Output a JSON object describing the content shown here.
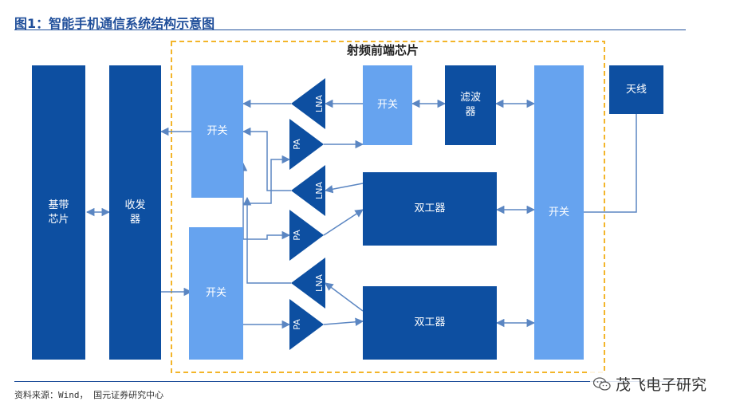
{
  "title": "图1：智能手机通信系统结构示意图",
  "source": "资料来源：Wind，  国元证券研究中心",
  "watermark": "茂飞电子研究",
  "rffe": {
    "label": "射频前端芯片"
  },
  "blocks": {
    "baseband_l1": "基带",
    "baseband_l2": "芯片",
    "transceiver_l1": "收发",
    "transceiver_l2": "器",
    "switch_rx": "开关",
    "switch_tx": "开关",
    "switch_top": "开关",
    "filter_l1": "滤波",
    "filter_l2": "器",
    "duplexer_1": "双工器",
    "duplexer_2": "双工器",
    "switch_ant": "开关",
    "antenna": "天线"
  },
  "amps": {
    "lna": "LNA",
    "pa": "PA"
  },
  "colors": {
    "dark": "#0d4fa1",
    "light": "#66a3ef",
    "border": "#f3b52a",
    "wire": "#5b86c2"
  }
}
